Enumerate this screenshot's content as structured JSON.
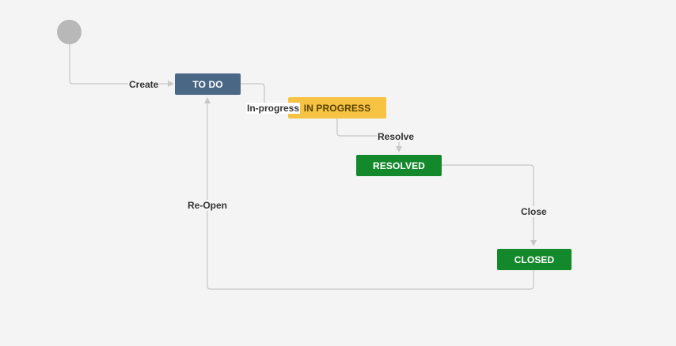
{
  "diagram": {
    "statuses": {
      "todo": {
        "label": "TO DO",
        "color": "#4a6785",
        "text_color": "#ffffff"
      },
      "in_progress": {
        "label": "IN PROGRESS",
        "color": "#f6c342",
        "text_color": "#594300"
      },
      "resolved": {
        "label": "RESOLVED",
        "color": "#14892c",
        "text_color": "#ffffff"
      },
      "closed": {
        "label": "CLOSED",
        "color": "#14892c",
        "text_color": "#ffffff"
      }
    },
    "transitions": {
      "create": "Create",
      "in_progress": "In-progress",
      "resolve": "Resolve",
      "close": "Close",
      "reopen": "Re-Open"
    },
    "colors": {
      "background": "#f4f4f4",
      "connector": "#c8c8c8",
      "start_node": "#b8b8b8"
    }
  }
}
